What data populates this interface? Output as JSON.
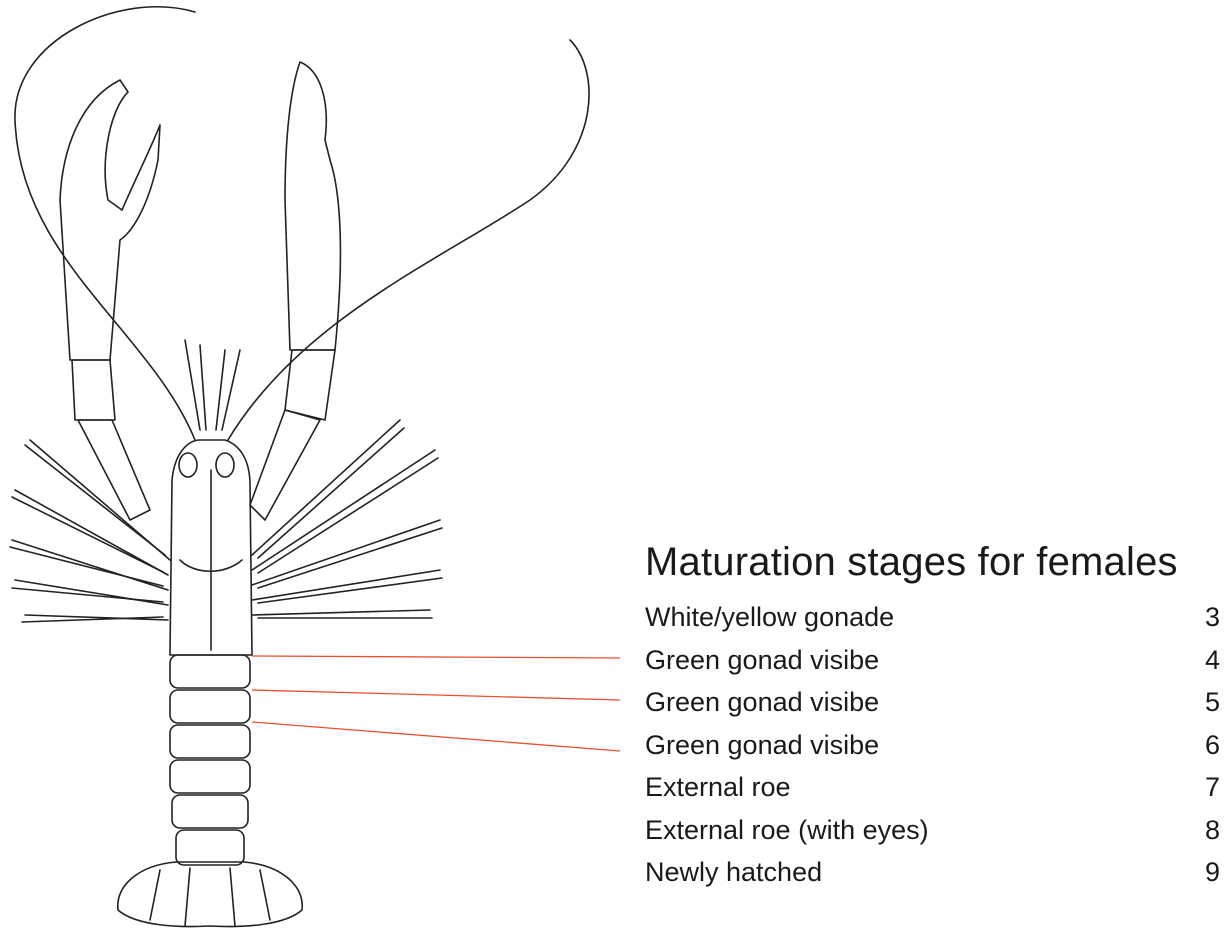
{
  "title": "Maturation stages for females",
  "stages": [
    {
      "label": "White/yellow gonade",
      "stage": "3"
    },
    {
      "label": "Green gonad visibe",
      "stage": "4"
    },
    {
      "label": "Green gonad visibe",
      "stage": "5"
    },
    {
      "label": "Green gonad visibe",
      "stage": "6"
    },
    {
      "label": "External roe",
      "stage": "7"
    },
    {
      "label": "External roe (with eyes)",
      "stage": "8"
    },
    {
      "label": "Newly hatched",
      "stage": "9"
    }
  ],
  "colors": {
    "leader_line": "#e8502e",
    "ink": "#1a1a1a"
  }
}
